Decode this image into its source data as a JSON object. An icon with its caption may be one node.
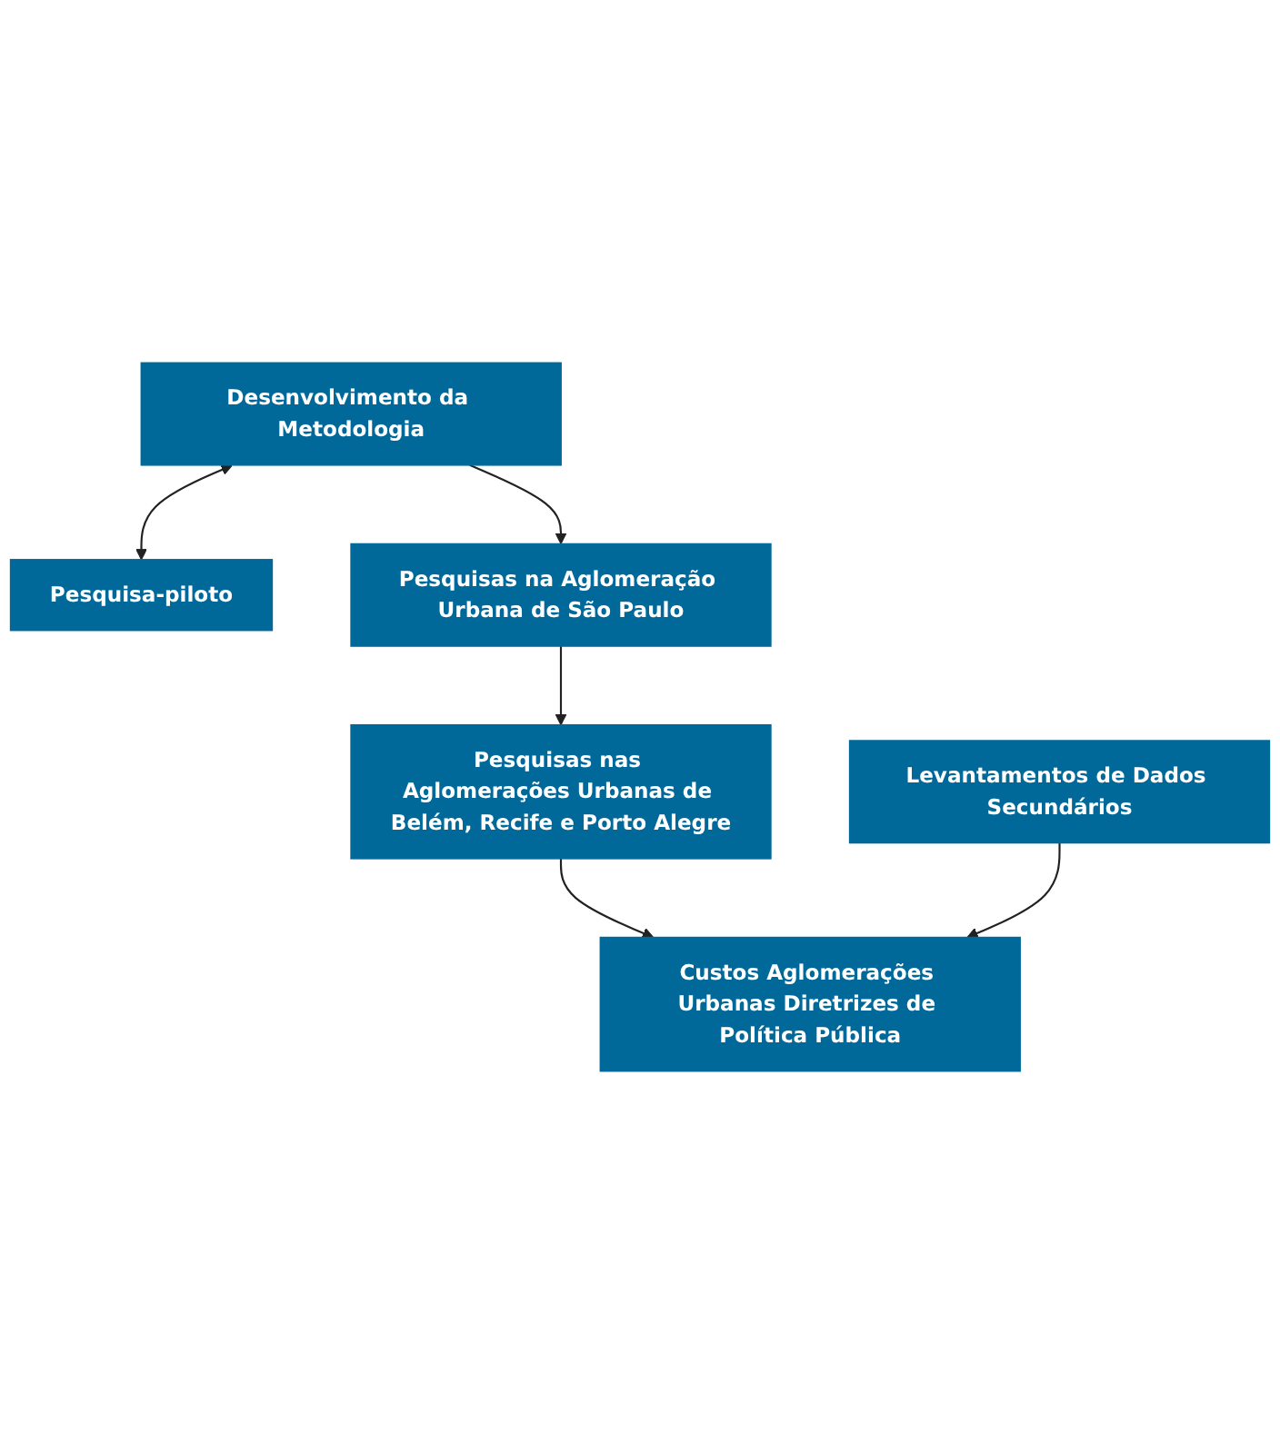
{
  "diagram": {
    "nodes": [
      {
        "text": [
          "Desenvolvimento da Metodologia"
        ]
      },
      {
        "text": [
          "Pesquisa-piloto"
        ]
      },
      {
        "text": [
          "Pesquisas na Aglomeração Urbana de São Paulo"
        ]
      },
      {
        "text": [
          "Pesquisas nas Aglomerações Urbanas de Belém, Recife e Porto Alegre"
        ]
      },
      {
        "text": [
          "Custos Aglomerações Urbanas Diretrizes de Política Pública"
        ]
      },
      {
        "text": [
          "Levantamentos de Dados Secundários"
        ]
      }
    ],
    "edges": [
      {
        "from": 0,
        "to": 1,
        "arrow": "both"
      },
      {
        "from": 0,
        "to": 2,
        "arrow": "to"
      },
      {
        "from": 2,
        "to": 3,
        "arrow": "to"
      },
      {
        "from": 3,
        "to": 4,
        "arrow": "to"
      },
      {
        "from": 5,
        "to": 4,
        "arrow": "to"
      }
    ]
  }
}
